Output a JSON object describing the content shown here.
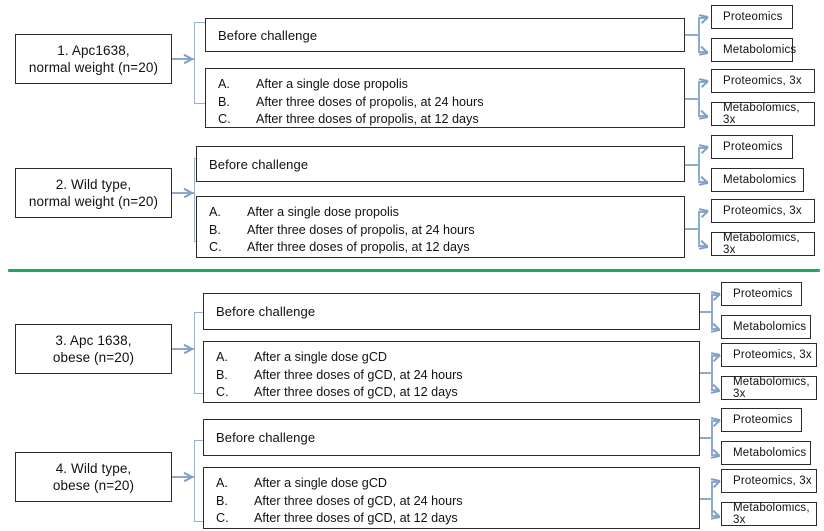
{
  "diagram": {
    "title": "Study design flow chart",
    "divider": {
      "name": "green-separator",
      "color": "#22a85e"
    },
    "accent_connector_color": "#8fa9cd",
    "box_border_color": "#2b2b2b",
    "groups": [
      {
        "id": "group-1",
        "label": "1. Apc1638,\nnormal weight (n=20)",
        "stages": [
          {
            "id": "g1-before",
            "label": "Before challenge",
            "outputs": [
              {
                "label": "Proteomics"
              },
              {
                "label": "Metabolomics"
              }
            ]
          },
          {
            "id": "g1-after",
            "items": [
              {
                "key": "A.",
                "text": "After a single dose propolis"
              },
              {
                "key": "B.",
                "text": "After three doses of propolis, at 24 hours"
              },
              {
                "key": "C.",
                "text": "After three doses of propolis, at 12 days"
              }
            ],
            "outputs": [
              {
                "label": "Proteomics,  3x"
              },
              {
                "label": "Metabolomics,  3x"
              }
            ]
          }
        ]
      },
      {
        "id": "group-2",
        "label": "2. Wild type,\nnormal weight (n=20)",
        "stages": [
          {
            "id": "g2-before",
            "label": "Before challenge",
            "outputs": [
              {
                "label": "Proteomics"
              },
              {
                "label": "Metabolomics"
              }
            ]
          },
          {
            "id": "g2-after",
            "items": [
              {
                "key": "A.",
                "text": "After a single dose propolis"
              },
              {
                "key": "B.",
                "text": "After three doses of propolis, at 24 hours"
              },
              {
                "key": "C.",
                "text": "After three doses of propolis, at 12 days"
              }
            ],
            "outputs": [
              {
                "label": "Proteomics,  3x"
              },
              {
                "label": "Metabolomics,  3x"
              }
            ]
          }
        ]
      },
      {
        "id": "group-3",
        "label": "3. Apc 1638,\nobese (n=20)",
        "stages": [
          {
            "id": "g3-before",
            "label": "Before challenge",
            "outputs": [
              {
                "label": "Proteomics"
              },
              {
                "label": "Metabolomics"
              }
            ]
          },
          {
            "id": "g3-after",
            "items": [
              {
                "key": "A.",
                "text": "After a single dose gCD"
              },
              {
                "key": "B.",
                "text": "After three doses of gCD, at 24 hours"
              },
              {
                "key": "C.",
                "text": "After three doses of gCD, at 12 days"
              }
            ],
            "outputs": [
              {
                "label": "Proteomics,  3x"
              },
              {
                "label": "Metabolomics,  3x"
              }
            ]
          }
        ]
      },
      {
        "id": "group-4",
        "label": "4. Wild type,\nobese (n=20)",
        "stages": [
          {
            "id": "g4-before",
            "label": "Before challenge",
            "outputs": [
              {
                "label": "Proteomics"
              },
              {
                "label": "Metabolomics"
              }
            ]
          },
          {
            "id": "g4-after",
            "items": [
              {
                "key": "A.",
                "text": "After a single dose gCD"
              },
              {
                "key": "B.",
                "text": "After three doses of gCD, at 24 hours"
              },
              {
                "key": "C.",
                "text": "After three doses of gCD, at 12 days"
              }
            ],
            "outputs": [
              {
                "label": "Proteomics,  3x"
              },
              {
                "label": "Metabolomics,  3x"
              }
            ]
          }
        ]
      }
    ]
  }
}
